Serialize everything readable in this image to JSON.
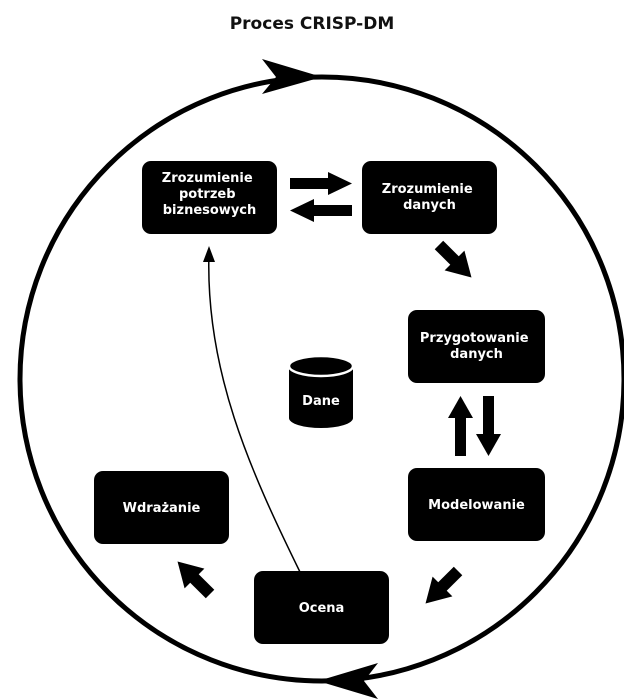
{
  "title": "Proces CRISP-DM",
  "nodes": {
    "business_understanding": {
      "lines": [
        "Zrozumienie",
        "potrzeb",
        "biznesowych"
      ]
    },
    "data_understanding": {
      "lines": [
        "Zrozumienie",
        "danych"
      ]
    },
    "data_preparation": {
      "lines": [
        "Przygotowanie",
        "danych"
      ]
    },
    "modeling": {
      "lines": [
        "Modelowanie"
      ]
    },
    "evaluation": {
      "lines": [
        "Ocena"
      ]
    },
    "deployment": {
      "lines": [
        "Wdrażanie"
      ]
    },
    "data": {
      "lines": [
        "Dane"
      ]
    }
  },
  "colors": {
    "node_fill": "#000000",
    "node_text": "#ffffff",
    "stroke": "#000000",
    "background": "#ffffff"
  }
}
